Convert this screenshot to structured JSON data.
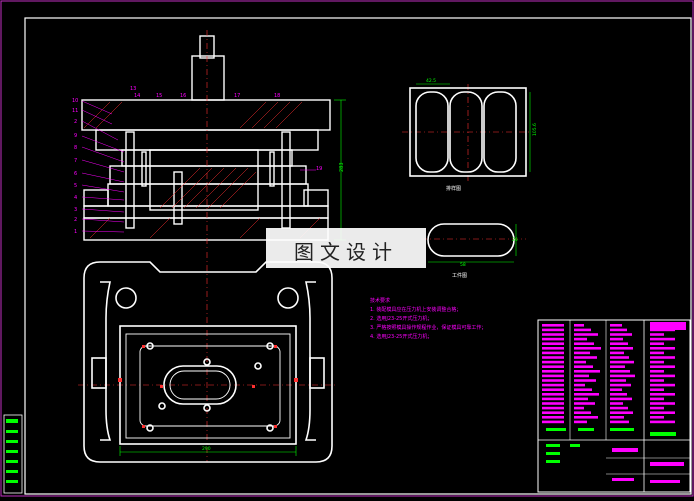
{
  "drawing": {
    "watermark": "图文设计",
    "views": {
      "strip_layout_label": "排样图",
      "workpiece_label": "工件图"
    },
    "dimensions": {
      "strip_pitch": "42.5",
      "strip_height": "105.6",
      "workpiece_height": "26",
      "workpiece_length": "58",
      "assembly_height": "283",
      "base_width": "290"
    },
    "balloons": {
      "left": [
        "10",
        "11",
        "2",
        "9",
        "8",
        "7",
        "6",
        "5",
        "4",
        "3",
        "2",
        "1"
      ],
      "top": [
        "13",
        "14",
        "15",
        "16",
        "17",
        "18"
      ],
      "right": [
        "19"
      ]
    },
    "notes": {
      "title": "技术要求",
      "items": [
        "1. 装配模具应在压力机上安装调整合格；",
        "2. 选用J23-25开式压力机；",
        "3. 严格按照模具操作规程作业，保证模具可靠工作；",
        "4. 选用J23-25开式压力机；"
      ]
    }
  }
}
